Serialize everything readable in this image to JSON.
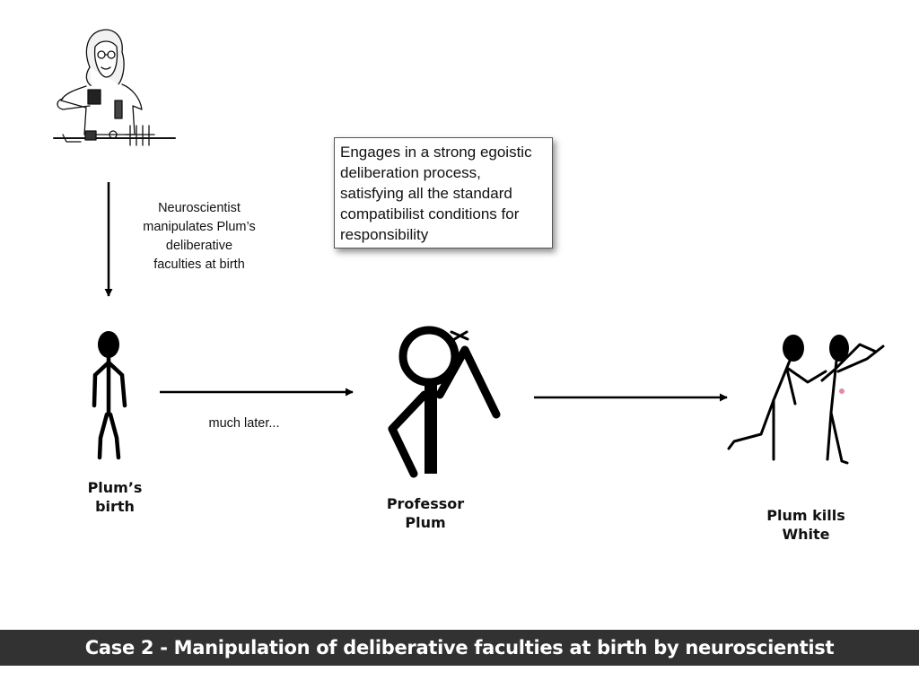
{
  "scientist": {
    "image_name": "scientist-illustration",
    "annotation": "Neuroscientist\nmanipulates Plum’s\ndeliberative\nfaculties at birth"
  },
  "timeline": {
    "interval_label": "much later...",
    "stages": [
      {
        "caption": "Plum’s\nbirth",
        "figure": "small-stick-figure"
      },
      {
        "caption": "Professor\nPlum",
        "figure": "thinking-stick-figure"
      },
      {
        "caption": "Plum kills\nWhite",
        "figure": "attack-stick-figures"
      }
    ]
  },
  "deliberation_box": {
    "text": "Engages in a strong egoistic\ndeliberation process,\nsatisfying all the standard\ncompatibilist conditions for\nresponsibility"
  },
  "footer": {
    "title": "Case 2 - Manipulation of deliberative faculties at birth by neuroscientist"
  },
  "colors": {
    "ink": "#000000",
    "footer_bg": "#323232",
    "footer_text": "#ffffff"
  }
}
